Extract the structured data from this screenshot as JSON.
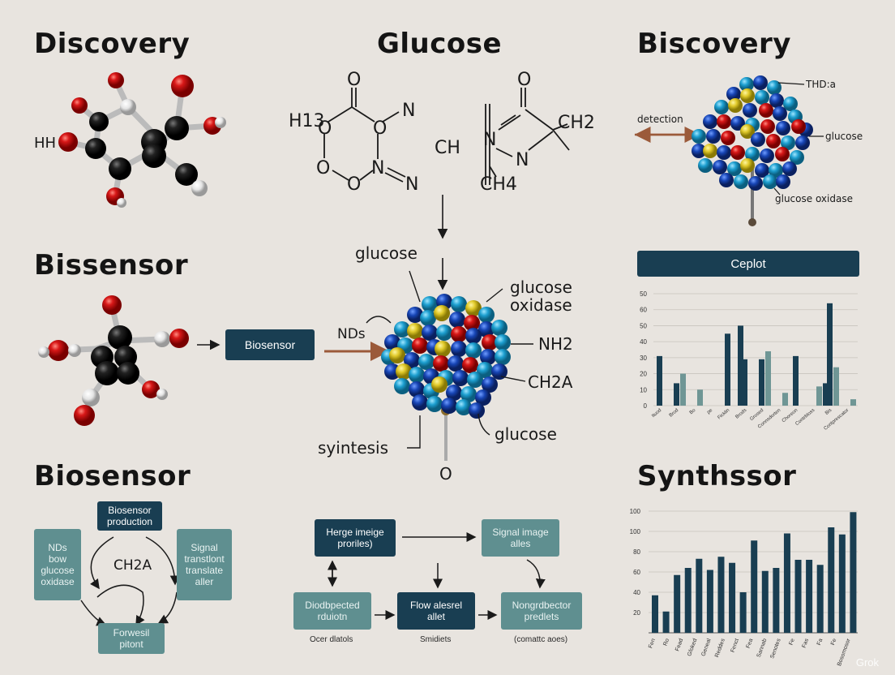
{
  "headings": {
    "top_left": "Discovery",
    "top_center": "Glucose",
    "top_right": "Biscovery",
    "mid_left": "Bissensor",
    "bottom_left": "Biosensor",
    "bottom_right": "Synthssor"
  },
  "formula": {
    "o_top1": "O",
    "h13": "H13",
    "o_left1": "O",
    "o_right1": "O",
    "n_right1": "N",
    "o_low1": "O",
    "n_mid1": "N",
    "n_low1": "N",
    "o_bot1": "O",
    "ch": "CH",
    "o_top2": "O",
    "n_left2": "N",
    "n_mid2": "N",
    "ch2": "CH2",
    "ch4": "CH4"
  },
  "hh_label": "HH",
  "top_right_cluster": {
    "thd": "THD:a",
    "detection": "detection",
    "glucose": "glucose",
    "glucose_oxidase": "glucose oxidase"
  },
  "mid_left_box": "Biosensor",
  "center_cluster": {
    "glucose_top": "glucose",
    "glucose_oxidase": "glucose\noxidase",
    "nds": "NDs",
    "nh2": "NH2",
    "ch2a": "CH2A",
    "syntesis": "syintesis",
    "glucose_bottom": "glucose",
    "o_bottom": "O"
  },
  "flow_left": {
    "production": "Biosensor\nproduction",
    "nds_box": "NDs\nbow\nglucose\noxidase",
    "signal": "Signal\ntranstlont\ntranslate\naller",
    "ch2a": "CH2A",
    "footer_box": "Forwesil\npitont"
  },
  "flow_center": {
    "box1": "Herge imeige\nproriles)",
    "box2": "Signal image\nalles",
    "box3": "Diodbpected\nrduiotn",
    "box4": "Flow alesrel\nallet",
    "box5": "Nongrdbector\npredlets",
    "foot1": "Ocer dlatols",
    "foot2": "Smidiets",
    "foot3": "(comattc aoes)"
  },
  "chart_top": {
    "title": "Ceplot",
    "type": "bar",
    "yticks": [
      "0",
      "10",
      "20",
      "30",
      "40",
      "50",
      "60",
      "50"
    ],
    "categories": [
      "Ituod",
      "Brod",
      "Bo",
      "pe",
      "Ficklin",
      "Brods",
      "Grosed",
      "Connsdorten",
      "Choreon",
      "Contrbloss",
      "Bis",
      "Contprescator"
    ],
    "series": [
      {
        "values": [
          31,
          14,
          0,
          0,
          45,
          29,
          29,
          0,
          31,
          0,
          64,
          0
        ],
        "color": "#193e52"
      },
      {
        "values": [
          0,
          20,
          10,
          0,
          0,
          0,
          34,
          8,
          0,
          12,
          24,
          4
        ],
        "color": "#6f9695"
      },
      {
        "values": [
          0,
          0,
          0,
          0,
          50,
          0,
          0,
          0,
          0,
          14,
          0,
          0
        ],
        "color": "#193e52"
      }
    ]
  },
  "chart_bottom": {
    "type": "bar",
    "yticks": [
      "20",
      "40",
      "60",
      "80",
      "100",
      "100"
    ],
    "categories": [
      "Fen",
      "Ro",
      "Fead",
      "Gfoked",
      "Geneal",
      "Reddes",
      "Fenct",
      "Fea",
      "Sannab",
      "Senotes",
      "Fe",
      "Fas",
      "Fa",
      "Fe",
      "Bosomosor"
    ],
    "values": [
      37,
      21,
      57,
      64,
      73,
      62,
      75,
      69,
      40,
      91,
      61,
      64,
      98,
      72,
      72,
      67,
      104,
      97,
      119
    ],
    "color": "#193e52"
  },
  "watermark": "Grok"
}
